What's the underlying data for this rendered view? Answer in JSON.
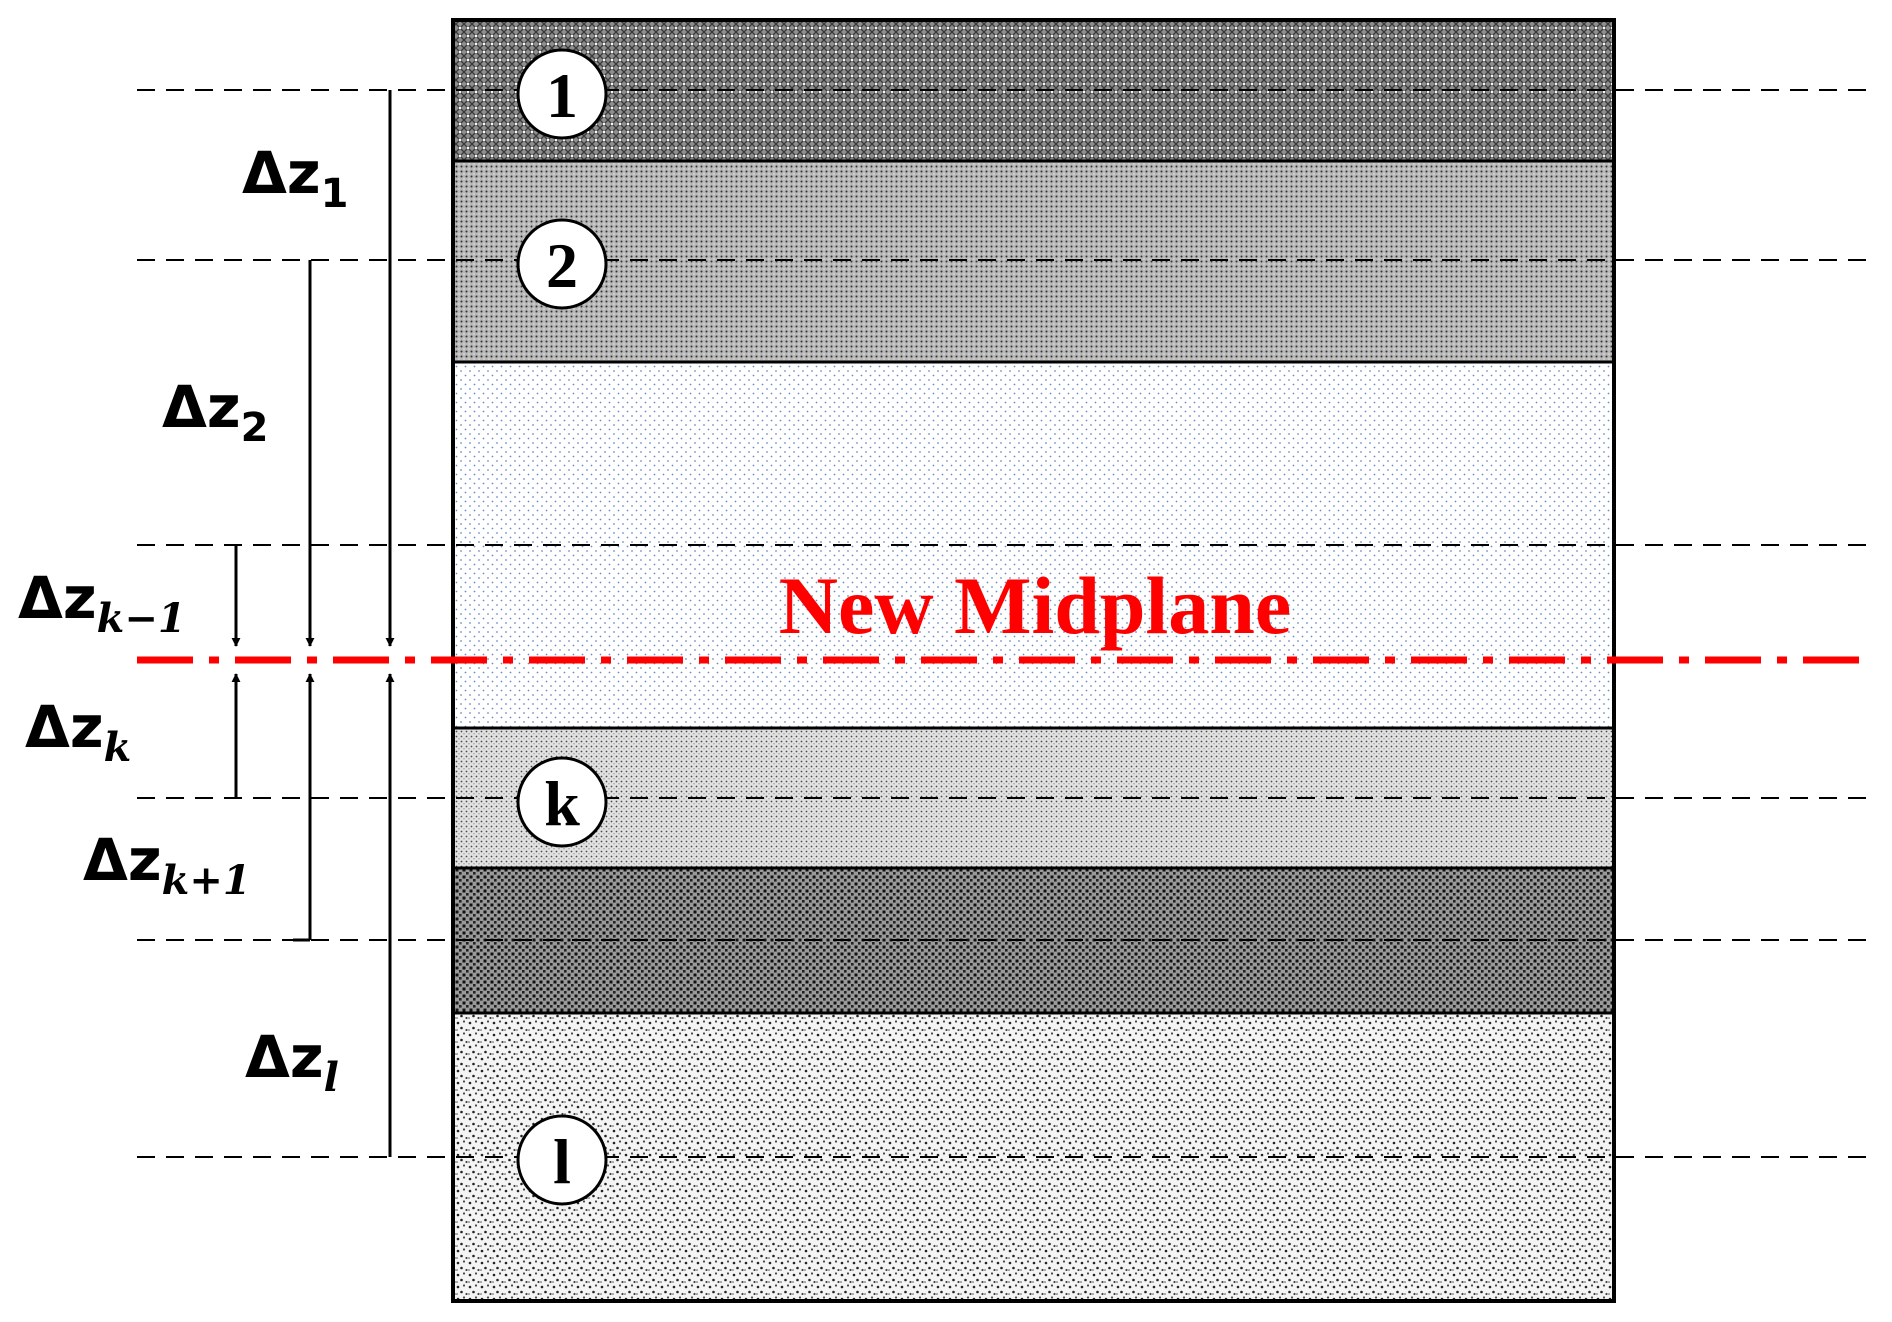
{
  "midplane": {
    "label": "New Midplane",
    "color": "#ff0000"
  },
  "layers": [
    {
      "number": "1",
      "pattern": "dense-crosshatch"
    },
    {
      "number": "2",
      "pattern": "fine-dots-gray"
    },
    {
      "number": "",
      "pattern": "sparse-blue-dots"
    },
    {
      "number": "k",
      "pattern": "fine-dots-light"
    },
    {
      "number": "",
      "pattern": "coarse-dark-dots"
    },
    {
      "number": "l",
      "pattern": "scattered-dots"
    }
  ],
  "dimensions": [
    {
      "symbol": "Δz",
      "sub": "1",
      "sub_italic": false
    },
    {
      "symbol": "Δz",
      "sub": "2",
      "sub_italic": false
    },
    {
      "symbol": "Δz",
      "sub": "k−1",
      "sub_italic": true
    },
    {
      "symbol": "Δz",
      "sub": "k",
      "sub_italic": true
    },
    {
      "symbol": "Δz",
      "sub": "k+1",
      "sub_italic": true
    },
    {
      "symbol": "Δz",
      "sub": "l",
      "sub_italic": true
    }
  ]
}
